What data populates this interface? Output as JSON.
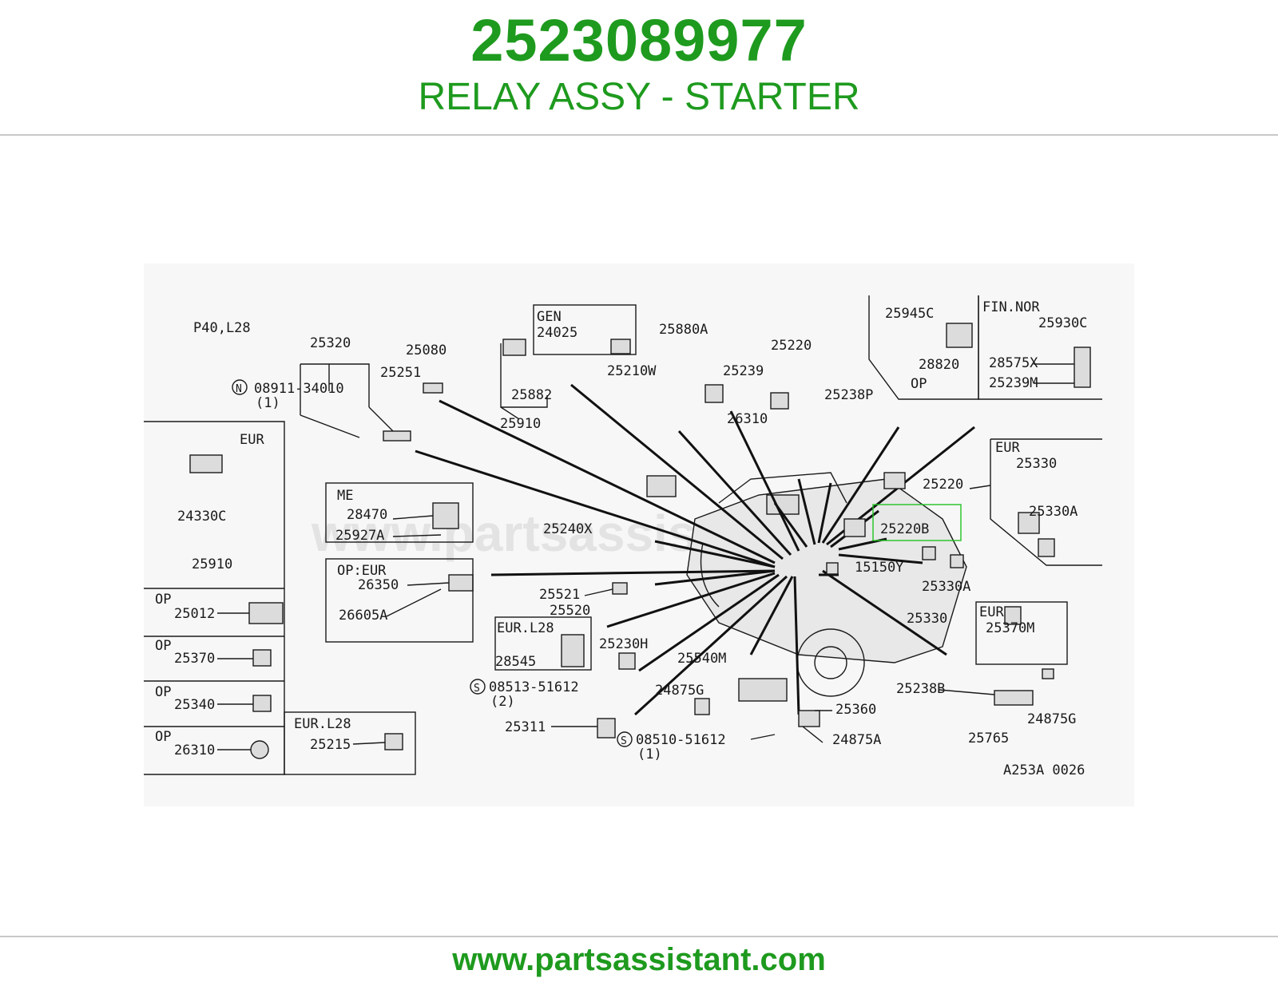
{
  "header": {
    "part_number": "2523089977",
    "part_name": "RELAY ASSY - STARTER"
  },
  "footer": {
    "url": "www.partsassistant.com"
  },
  "diagram": {
    "watermark": "www.partsassistant.com",
    "model_label": "P40,L28",
    "drawing_code": "A253A 0026",
    "highlighted_part": "25220B",
    "highlight_color": "#22c322",
    "box_labels": {
      "gen": "GEN",
      "me": "ME",
      "op_eur": "OP:EUR",
      "eur_l28_a": "EUR.L28",
      "eur_l28_b": "EUR.L28",
      "eur_left": "EUR",
      "eur_right": "EUR",
      "eur_bottom_right": "EUR",
      "op_top": "OP",
      "fin_nor": "FIN.NOR",
      "op_1": "OP",
      "op_2": "OP",
      "op_3": "OP",
      "op_4": "OP"
    },
    "parts": {
      "p25320": "25320",
      "p08911": "08911-34010",
      "p08911_qty": "(1)",
      "p08911_sym": "N",
      "p25080": "25080",
      "p25251": "25251",
      "p24025": "24025",
      "p25882": "25882",
      "p25910_top": "25910",
      "p25880A": "25880A",
      "p25210W": "25210W",
      "p25220_top": "25220",
      "p25239": "25239",
      "p25238P": "25238P",
      "p26310_top": "26310",
      "p25945C": "25945C",
      "p28820": "28820",
      "p25930C": "25930C",
      "p28575X": "28575X",
      "p25239M": "25239M",
      "p24330C": "24330C",
      "p25910_left": "25910",
      "p28470": "28470",
      "p25927A": "25927A",
      "p25240X": "25240X",
      "p25220_mid": "25220",
      "p25220B": "25220B",
      "p25330_right": "25330",
      "p25330A_right": "25330A",
      "p15150Y": "15150Y",
      "p25330A_mid": "25330A",
      "p25330_mid": "25330",
      "p26350": "26350",
      "p26605A": "26605A",
      "p25521": "25521",
      "p25520": "25520",
      "p25012": "25012",
      "p28545": "28545",
      "p25230H": "25230H",
      "p25540M": "25540M",
      "p25370": "25370",
      "p08513": "08513-51612",
      "p08513_qty": "(2)",
      "p08513_sym": "S",
      "p24875G_mid": "24875G",
      "p25370M": "25370M",
      "p25340": "25340",
      "p25360": "25360",
      "p25238B": "25238B",
      "p24875G_right": "24875G",
      "p26310_left": "26310",
      "p25215": "25215",
      "p25311": "25311",
      "p08510": "08510-51612",
      "p08510_qty": "(1)",
      "p08510_sym": "S",
      "p24875A": "24875A",
      "p25765": "25765"
    }
  }
}
